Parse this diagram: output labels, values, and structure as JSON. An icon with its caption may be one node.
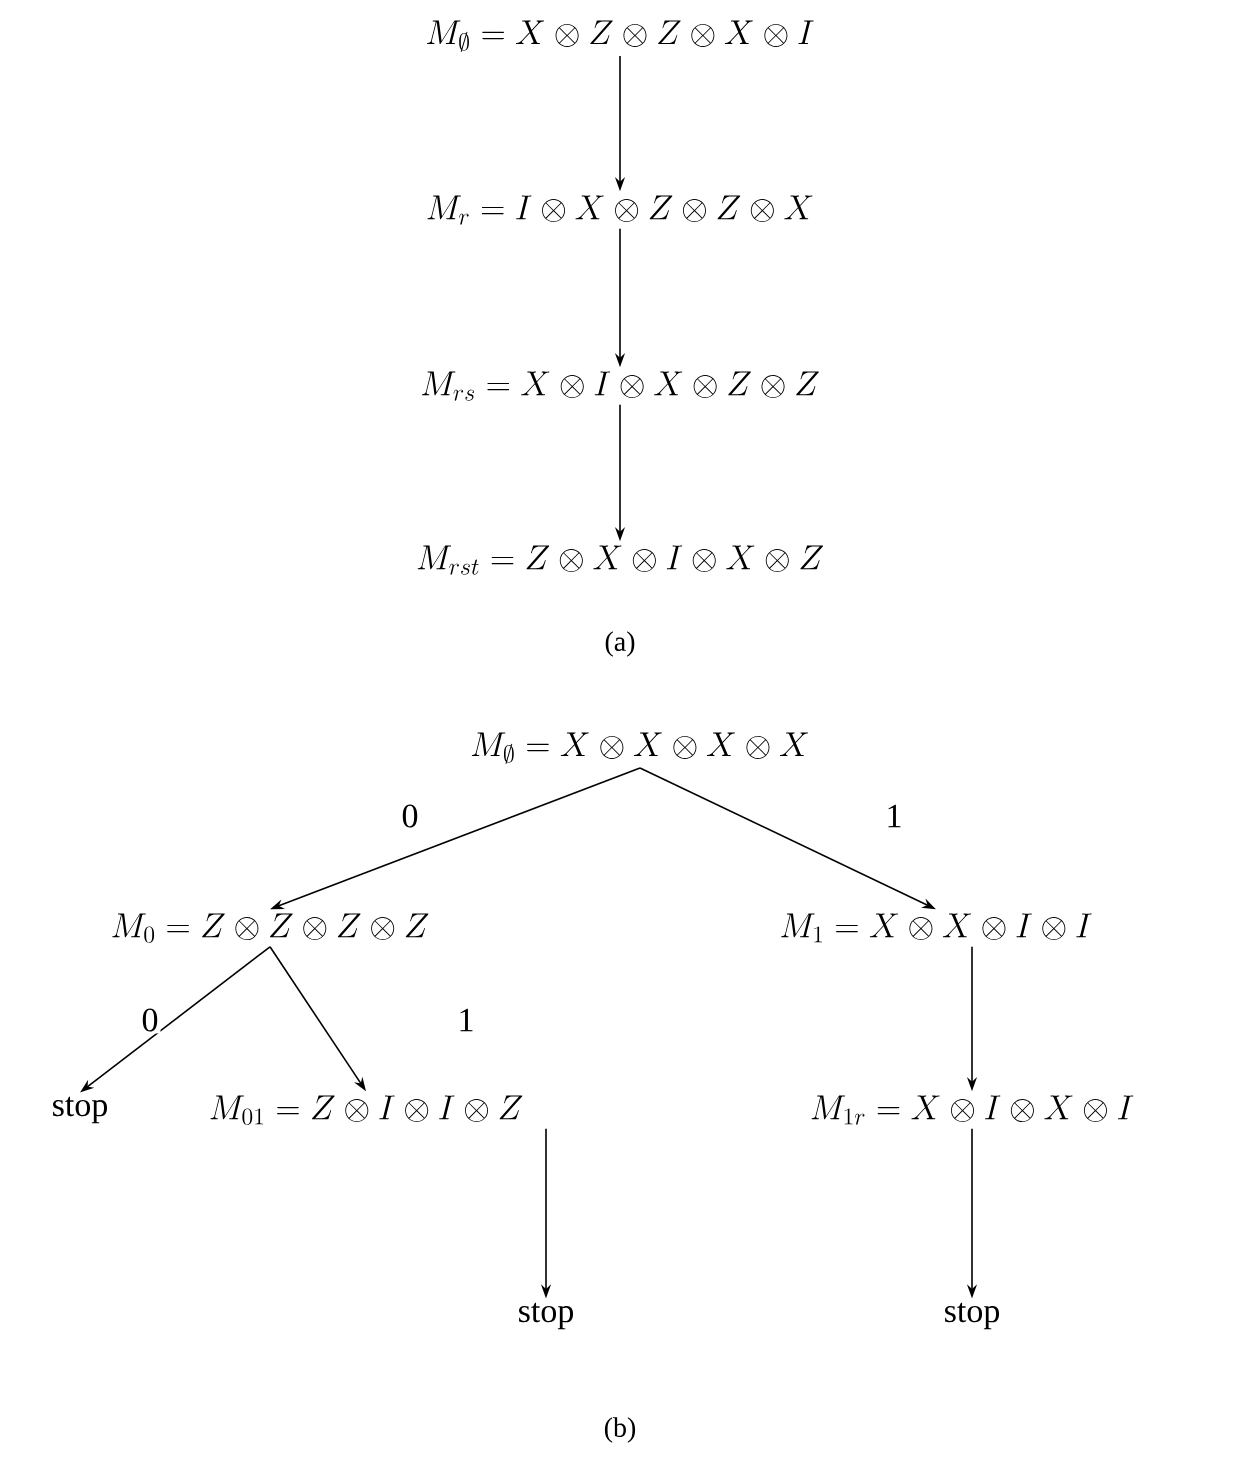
{
  "diagram": {
    "nodes": [
      {
        "text": [
          "M_{\\emptyset} = X \\otimes Z \\otimes Z \\otimes X \\otimes I"
        ]
      },
      {
        "text": [
          "M_{r} = I \\otimes X \\otimes Z \\otimes Z \\otimes X"
        ]
      },
      {
        "text": [
          "M_{rs} = X \\otimes I \\otimes X \\otimes Z \\otimes Z"
        ]
      },
      {
        "text": [
          "M_{rst} = Z \\otimes X \\otimes I \\otimes X \\otimes Z"
        ]
      },
      {
        "text": [
          "M_{\\emptyset} = X \\otimes X \\otimes X \\otimes X"
        ]
      },
      {
        "text": [
          "M_{0} = Z \\otimes Z \\otimes Z \\otimes Z"
        ]
      },
      {
        "text": [
          "M_{1} = X \\otimes X \\otimes I \\otimes I"
        ]
      },
      {
        "text": [
          "stop"
        ]
      },
      {
        "text": [
          "M_{01} = Z \\otimes I \\otimes I \\otimes Z"
        ]
      },
      {
        "text": [
          "M_{1r} = X \\otimes I \\otimes X \\otimes I"
        ]
      },
      {
        "text": [
          "stop"
        ]
      },
      {
        "text": [
          "stop"
        ]
      }
    ],
    "edges": [
      {
        "from": 0,
        "to": 1,
        "arrow": "to"
      },
      {
        "from": 1,
        "to": 2,
        "arrow": "to"
      },
      {
        "from": 2,
        "to": 3,
        "arrow": "to"
      },
      {
        "from": 4,
        "to": 5,
        "arrow": "to",
        "label": "0"
      },
      {
        "from": 4,
        "to": 6,
        "arrow": "to",
        "label": "1"
      },
      {
        "from": 5,
        "to": 7,
        "arrow": "to",
        "label": "0"
      },
      {
        "from": 5,
        "to": 8,
        "arrow": "to",
        "label": "1"
      },
      {
        "from": 6,
        "to": 9,
        "arrow": "to"
      },
      {
        "from": 8,
        "to": 10,
        "arrow": "to"
      },
      {
        "from": 9,
        "to": 11,
        "arrow": "to"
      }
    ],
    "labels": [
      "(a)",
      "(b)"
    ]
  }
}
